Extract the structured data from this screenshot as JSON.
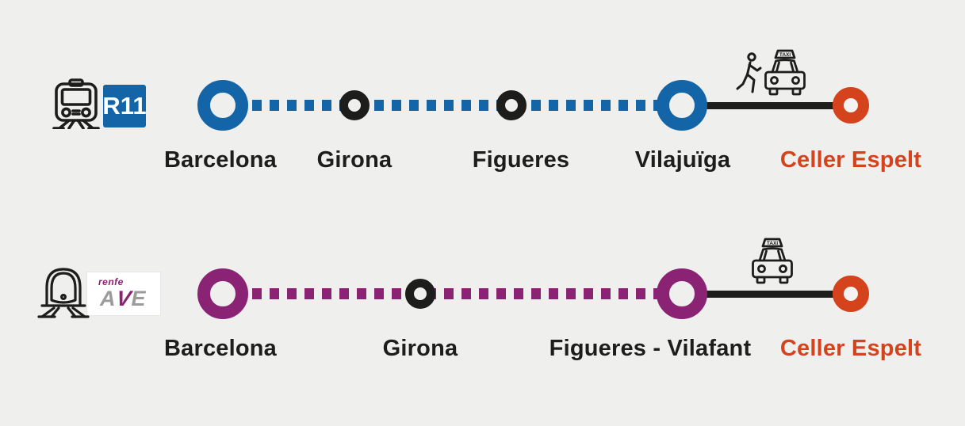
{
  "page": {
    "background": "#efefee"
  },
  "colors": {
    "r11_blue": "#1465a8",
    "ave_purple": "#8b2374",
    "destination_orange": "#d5431d",
    "line_black": "#1d1d1b",
    "label_dark": "#1d1d1b"
  },
  "routes": [
    {
      "name": "R11 regional train route",
      "train_icon": "commuter-train-icon",
      "badge": "R11",
      "taxi_sign": "TAXI",
      "transfer_modes": [
        "walk",
        "taxi"
      ],
      "stops": [
        {
          "label": "Barcelona",
          "type": "major"
        },
        {
          "label": "Girona",
          "type": "intermediate"
        },
        {
          "label": "Figueres",
          "type": "intermediate"
        },
        {
          "label": "Vilajuïga",
          "type": "major"
        },
        {
          "label": "Celler Espelt",
          "type": "destination"
        }
      ]
    },
    {
      "name": "Renfe AVE high-speed train route",
      "train_icon": "high-speed-train-icon",
      "logo": {
        "brand": "renfe",
        "letters": [
          "A",
          "V",
          "E"
        ]
      },
      "taxi_sign": "TAXI",
      "transfer_modes": [
        "taxi"
      ],
      "stops": [
        {
          "label": "Barcelona",
          "type": "major"
        },
        {
          "label": "Girona",
          "type": "intermediate"
        },
        {
          "label": "Figueres - Vilafant",
          "type": "major"
        },
        {
          "label": "Celler Espelt",
          "type": "destination"
        }
      ]
    }
  ]
}
